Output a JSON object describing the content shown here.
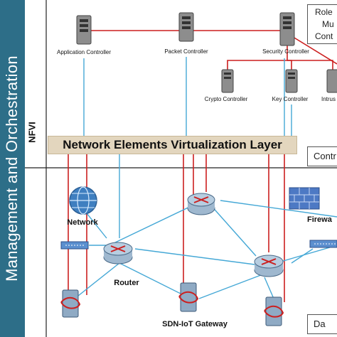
{
  "side_panel": {
    "title": "Management and Orchestration"
  },
  "nfvi_label": "NFVI",
  "virtualization_layer": "Network Elements Virtualization Layer",
  "controllers": {
    "application": "Application Controller",
    "packet": "Packet Controller",
    "security": "Security Controller",
    "crypto": "Crypto Controller",
    "key": "Key Controller",
    "intrusion": "Intrus"
  },
  "legend_box": {
    "line1": "Role",
    "line2": "Mu",
    "line3": "Cont"
  },
  "control_box": "Contr",
  "data_box": "Da",
  "nodes": {
    "network": "Network",
    "router": "Router",
    "gateway": "SDN-IoT Gateway",
    "firewall": "Firewa"
  },
  "colors": {
    "sidebar": "#2d6e88",
    "control_link": "#cc1f1f",
    "data_link": "#45a8d6",
    "virt_layer": "#e3d6be"
  }
}
